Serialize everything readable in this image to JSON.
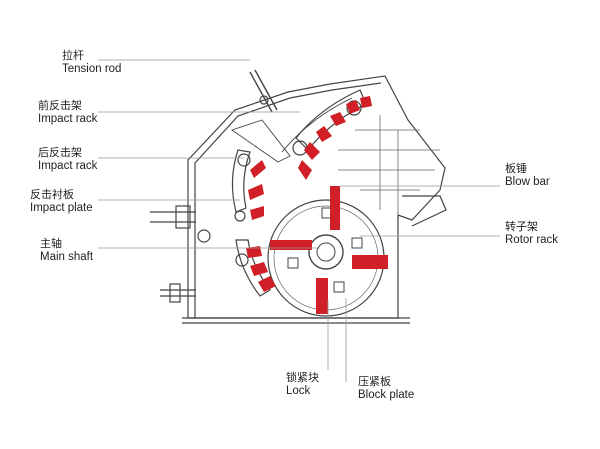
{
  "labels": {
    "tension_rod": {
      "zh": "拉杆",
      "en": "Tension rod"
    },
    "impact_rack_front": {
      "zh": "前反击架",
      "en": "Impact rack"
    },
    "impact_rack_rear": {
      "zh": "后反击架",
      "en": "Impact rack"
    },
    "impact_plate": {
      "zh": "反击衬板",
      "en": "Impact plate"
    },
    "main_shaft": {
      "zh": "主轴",
      "en": "Main shaft"
    },
    "blow_bar": {
      "zh": "板锤",
      "en": "Blow bar"
    },
    "rotor_rack": {
      "zh": "转子架",
      "en": "Rotor rack"
    },
    "lock": {
      "zh": "锁紧块",
      "en": "Lock"
    },
    "block_plate": {
      "zh": "压紧板",
      "en": "Block plate"
    }
  },
  "colors": {
    "accent": "#d01f26",
    "line": "#444444",
    "leader": "#999999"
  }
}
